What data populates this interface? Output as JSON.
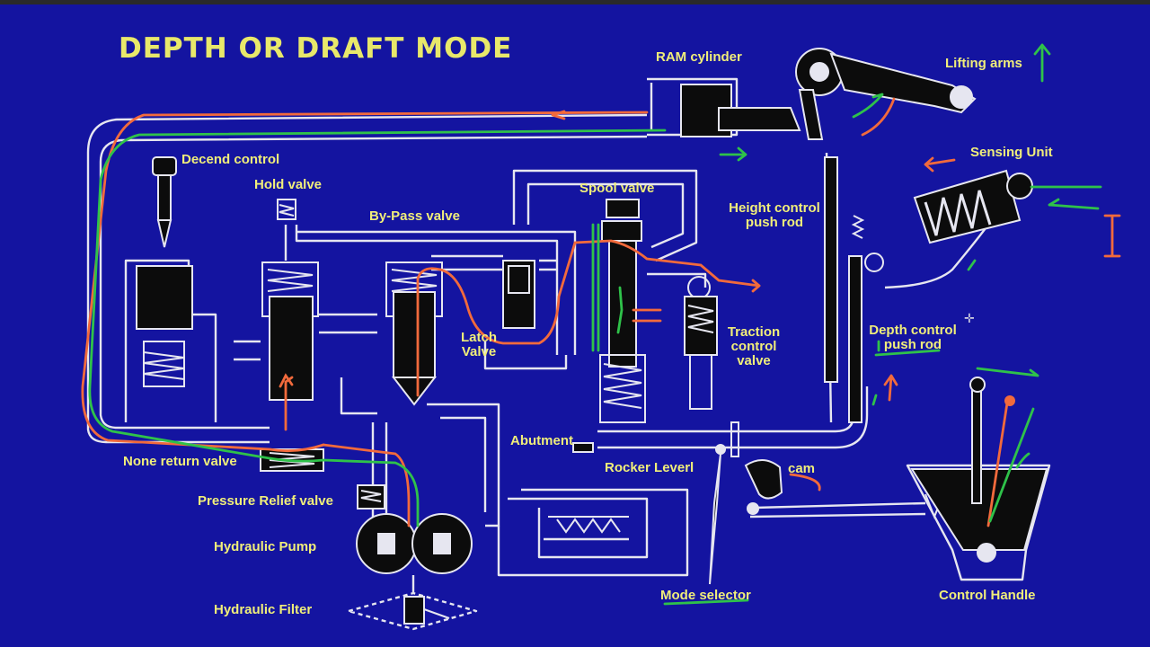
{
  "title": "DEPTH OR DRAFT MODE",
  "labels": {
    "ram_cylinder": "RAM cylinder",
    "lifting_arms": "Lifting arms",
    "sensing_unit": "Sensing Unit",
    "decend_control": "Decend control",
    "hold_valve": "Hold  valve",
    "bypass_valve": "By-Pass valve",
    "spool_valve": "Spool valve",
    "height_control_1": "Height control",
    "height_control_2": "push rod",
    "latch_1": "Latch",
    "latch_2": "Valve",
    "traction_1": "Traction",
    "traction_2": "control",
    "traction_3": "valve",
    "depth_control_1": "Depth control",
    "depth_control_2": "push rod",
    "abutment": "Abutment",
    "rocker_lever": "Rocker Leverl",
    "cam": "cam",
    "none_return_valve": "None return valve",
    "pressure_relief_valve": "Pressure Relief valve",
    "hydraulic_pump": "Hydraulic Pump",
    "hydraulic_filter": "Hydraulic Filter",
    "mode_selector": "Mode selector",
    "control_handle": "Control Handle"
  },
  "colors": {
    "background": "#1414a0",
    "label_text": "#f0ee7a",
    "pipe_outline": "#e6e6f0",
    "component_fill": "#0c0c0c",
    "annotation_orange": "#f26a3c",
    "annotation_green": "#2fc24a"
  }
}
